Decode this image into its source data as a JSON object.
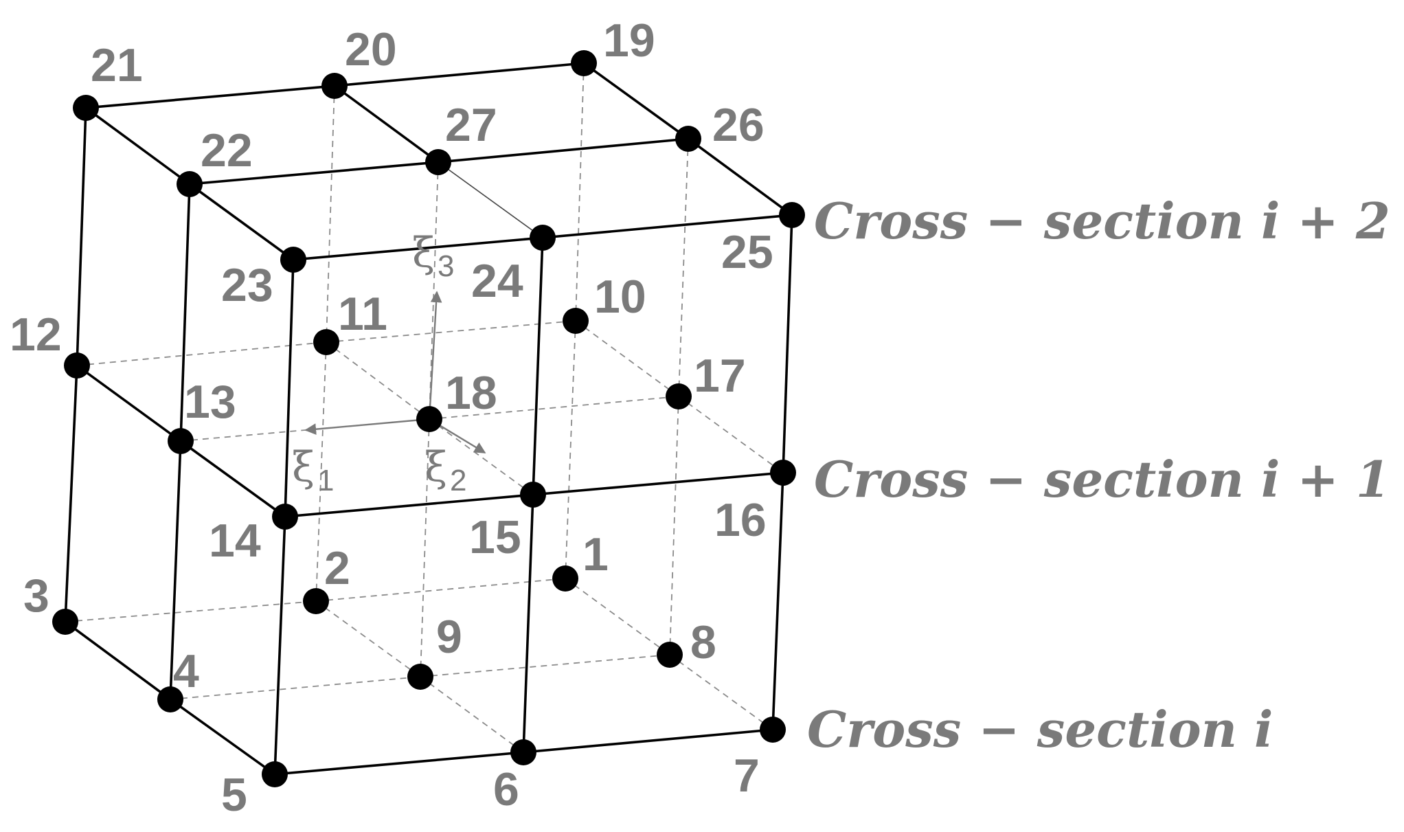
{
  "nodes": [
    {
      "id": "1",
      "label": "1"
    },
    {
      "id": "2",
      "label": "2"
    },
    {
      "id": "3",
      "label": "3"
    },
    {
      "id": "4",
      "label": "4"
    },
    {
      "id": "5",
      "label": "5"
    },
    {
      "id": "6",
      "label": "6"
    },
    {
      "id": "7",
      "label": "7"
    },
    {
      "id": "8",
      "label": "8"
    },
    {
      "id": "9",
      "label": "9"
    },
    {
      "id": "10",
      "label": "10"
    },
    {
      "id": "11",
      "label": "11"
    },
    {
      "id": "12",
      "label": "12"
    },
    {
      "id": "13",
      "label": "13"
    },
    {
      "id": "14",
      "label": "14"
    },
    {
      "id": "15",
      "label": "15"
    },
    {
      "id": "16",
      "label": "16"
    },
    {
      "id": "17",
      "label": "17"
    },
    {
      "id": "18",
      "label": "18"
    },
    {
      "id": "19",
      "label": "19"
    },
    {
      "id": "20",
      "label": "20"
    },
    {
      "id": "21",
      "label": "21"
    },
    {
      "id": "22",
      "label": "22"
    },
    {
      "id": "23",
      "label": "23"
    },
    {
      "id": "24",
      "label": "24"
    },
    {
      "id": "25",
      "label": "25"
    },
    {
      "id": "26",
      "label": "26"
    },
    {
      "id": "27",
      "label": "27"
    }
  ],
  "cross_sections": [
    {
      "label": "Cross − section i + 2"
    },
    {
      "label": "Cross − section i + 1"
    },
    {
      "label": "Cross − section i"
    }
  ],
  "local_axes": [
    {
      "symbol": "ξ",
      "subscript": "1"
    },
    {
      "symbol": "ξ",
      "subscript": "2"
    },
    {
      "symbol": "ξ",
      "subscript": "3"
    }
  ],
  "colors": {
    "edge": "#000000",
    "hidden_edge": "#8a8a8a",
    "node": "#000000",
    "label": "#7a7a7a"
  }
}
